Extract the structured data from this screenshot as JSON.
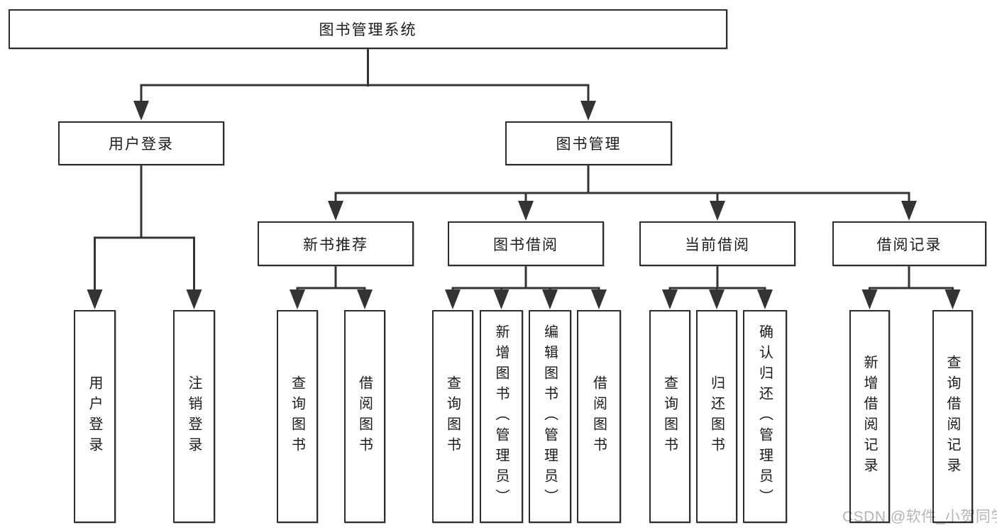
{
  "diagram": {
    "root": {
      "label": "图书管理系统"
    },
    "level2": [
      {
        "label": "用户登录",
        "parent": "图书管理系统"
      },
      {
        "label": "图书管理",
        "parent": "图书管理系统"
      }
    ],
    "level3": [
      {
        "label": "新书推荐",
        "parent": "图书管理"
      },
      {
        "label": "图书借阅",
        "parent": "图书管理"
      },
      {
        "label": "当前借阅",
        "parent": "图书管理"
      },
      {
        "label": "借阅记录",
        "parent": "图书管理"
      }
    ],
    "leaves": [
      {
        "label": "用户登录",
        "parent": "用户登录"
      },
      {
        "label": "注销登录",
        "parent": "用户登录"
      },
      {
        "label": "查询图书",
        "parent": "新书推荐"
      },
      {
        "label": "借阅图书",
        "parent": "新书推荐"
      },
      {
        "label": "查询图书",
        "parent": "图书借阅"
      },
      {
        "label": "新增图书（管理员）",
        "parent": "图书借阅"
      },
      {
        "label": "编辑图书（管理员）",
        "parent": "图书借阅"
      },
      {
        "label": "借阅图书",
        "parent": "图书借阅"
      },
      {
        "label": "查询图书",
        "parent": "当前借阅"
      },
      {
        "label": "归还图书",
        "parent": "当前借阅"
      },
      {
        "label": "确认归还（管理员）",
        "parent": "当前借阅"
      },
      {
        "label": "新增借阅记录",
        "parent": "借阅记录"
      },
      {
        "label": "查询借阅记录",
        "parent": "借阅记录"
      }
    ],
    "watermark": "CSDN @软件_小贺同学",
    "colors": {
      "line": "#333333",
      "box_border": "#2d2d2d",
      "text": "#1b1b1b",
      "watermark": "#b5b5b5",
      "background": "#ffffff"
    }
  }
}
